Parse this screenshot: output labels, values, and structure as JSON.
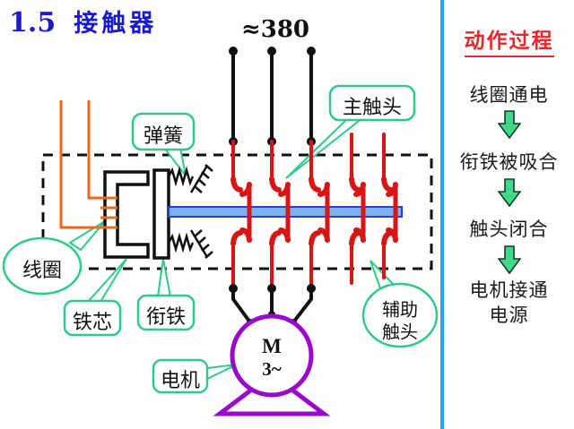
{
  "title": {
    "number": "1.5",
    "text": "接触器"
  },
  "diagram": {
    "voltage_label": "≈380",
    "labels": {
      "spring": "弹簧",
      "main_contacts": "主触头",
      "coil": "线圈",
      "iron_core": "铁芯",
      "armature": "衔铁",
      "aux_line1": "辅助",
      "aux_line2": "触头",
      "motor": "电机",
      "motor_m": "M",
      "motor_3ph": "3~"
    },
    "colors": {
      "wire_orange": "#ed6a1c",
      "contact_red": "#d81414",
      "bubble_green": "#2fc98c",
      "bar_blue_fill": "#7eb1f5",
      "bar_blue_border": "#2b3bd6",
      "motor_purple": "#9908cb"
    }
  },
  "panel": {
    "title": "动作过程",
    "title_color": "#e8262d",
    "separator_color": "#2ba3e8",
    "arrow_color": "#3fd98c",
    "steps": [
      {
        "label": "线圈通电"
      },
      {
        "label": "衔铁被吸合"
      },
      {
        "label": "触头闭合"
      },
      {
        "label": "电机接通",
        "label2": "电源"
      }
    ]
  }
}
